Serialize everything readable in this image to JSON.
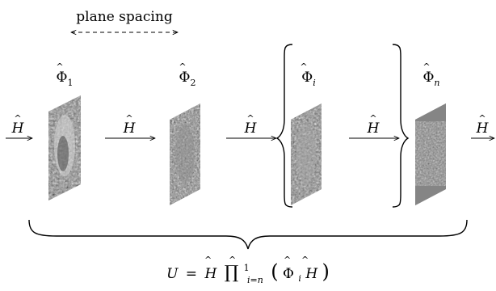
{
  "spacing_label": "plane spacing",
  "phases": [
    {
      "name": "Φ",
      "sub": "1"
    },
    {
      "name": "Φ",
      "sub": "2"
    },
    {
      "name": "Φ",
      "sub": "i"
    },
    {
      "name": "Φ",
      "sub": "n"
    }
  ],
  "propagator_label": "H",
  "formula": {
    "lhs": "U",
    "eq": "=",
    "h": "H",
    "prod": "∏",
    "sup": "1",
    "sub": "i=n",
    "inner_phi": "Φ",
    "inner_sub": "i",
    "inner_h": "H"
  }
}
